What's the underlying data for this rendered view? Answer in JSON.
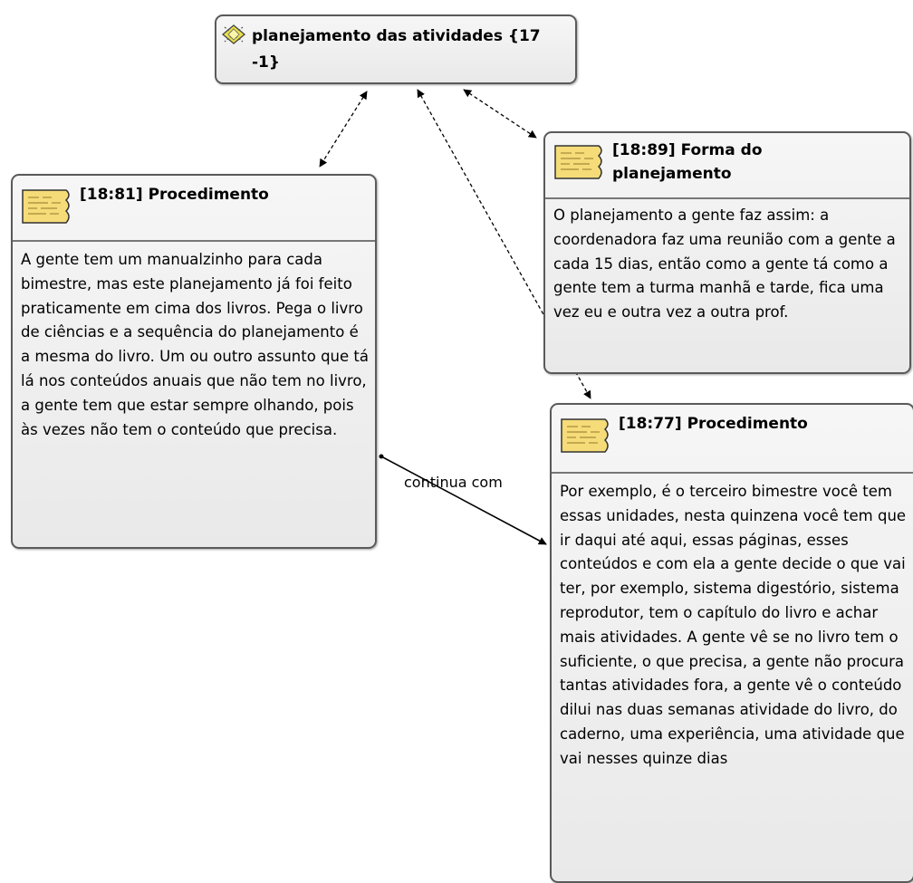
{
  "code_node": {
    "title": "planejamento das atividades {17 -1}",
    "icon": "code-icon"
  },
  "quotes": [
    {
      "title": "[18:81] Procedimento",
      "text": "A gente tem um manualzinho para cada bimestre, mas este planejamento já foi feito praticamente em cima dos livros. Pega o livro de ciências e a sequência do planejamento é a mesma do livro. Um ou outro assunto que tá lá nos conteúdos anuais que não tem no livro, a gente tem que estar sempre olhando, pois às vezes não tem o conteúdo que precisa.",
      "icon": "quotation-icon"
    },
    {
      "title": "[18:89] Forma do planejamento",
      "text": "O planejamento a gente faz assim: a coordenadora faz uma reunião com a gente a cada 15 dias, então como a gente tá como a gente tem a turma manhã e tarde, fica uma vez eu e outra vez a outra prof.",
      "icon": "quotation-icon"
    },
    {
      "title": "[18:77] Procedimento",
      "text": "Por exemplo, é o terceiro bimestre você tem essas unidades, nesta quinzena você tem que ir daqui até aqui, essas páginas, esses conteúdos e com ela a gente decide o que vai ter, por exemplo, sistema digestório, sistema reprodutor, tem o capítulo do livro e achar mais atividades. A gente vê se no livro tem o suficiente, o que precisa, a gente não procura tantas atividades fora, a gente vê o conteúdo dilui nas duas semanas atividade do livro, do caderno, uma experiência, uma atividade que vai nesses quinze dias",
      "icon": "quotation-icon"
    }
  ],
  "links": {
    "continua_label": "continua com"
  },
  "colors": {
    "node_border": "#5a5a5a",
    "node_fill": "#eeeeee",
    "icon_fill": "#f5dc78",
    "code_icon_fill": "#e8e04a",
    "link": "#000000"
  }
}
